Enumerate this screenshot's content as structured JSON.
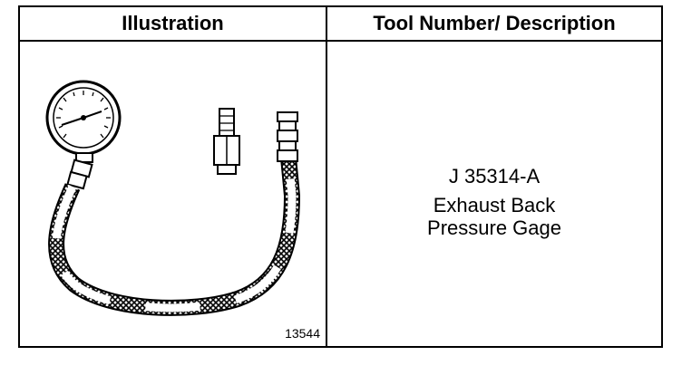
{
  "table": {
    "headers": {
      "illustration": "Illustration",
      "tool": "Tool Number/ Description"
    },
    "rows": [
      {
        "tool_number": "J 35314-A",
        "description_line1": "Exhaust Back",
        "description_line2": "Pressure Gage",
        "figure_number": "13544",
        "illustration_icon": "pressure-gauge-with-hose-icon"
      }
    ]
  }
}
